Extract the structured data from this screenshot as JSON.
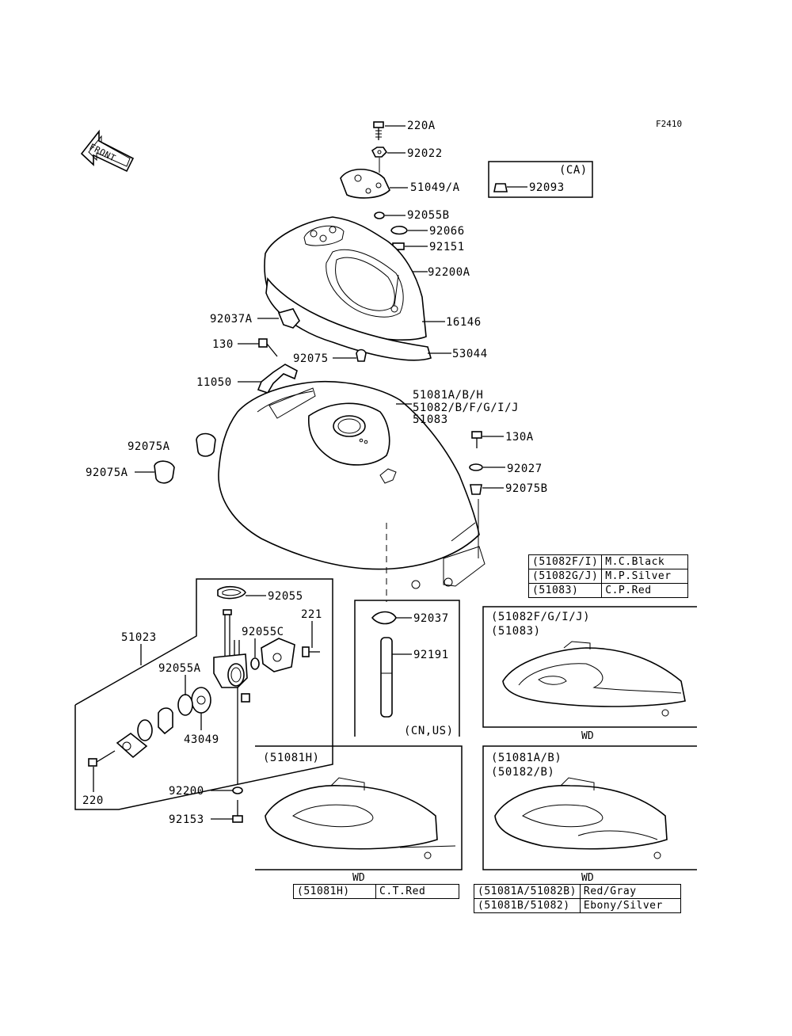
{
  "figure_ref": "F2410",
  "front_arrow_label": "FRONT",
  "ca_label": "(CA)",
  "cn_us_label": "(CN,US)",
  "wd_label": "WD",
  "parts": {
    "p220A": "220A",
    "p92022": "92022",
    "p51049": "51049/A",
    "p92055B": "92055B",
    "p92093": "92093",
    "p92066": "92066",
    "p92151": "92151",
    "p92200A": "92200A",
    "p92037A": "92037A",
    "p16146": "16146",
    "p130": "130",
    "p92075": "92075",
    "p53044": "53044",
    "p11050": "11050",
    "p51081": "51081A/B/H",
    "p51082": "51082/B/F/G/I/J",
    "p51083": "51083",
    "p92075A_1": "92075A",
    "p92075A_2": "92075A",
    "p130A": "130A",
    "p92027": "92027",
    "p92075B": "92075B",
    "p92055": "92055",
    "p221": "221",
    "p51023": "51023",
    "p92055C": "92055C",
    "p92037": "92037",
    "p92055A": "92055A",
    "p92191": "92191",
    "p43049": "43049",
    "p92200": "92200",
    "p220": "220",
    "p92153": "92153"
  },
  "color_table_top": [
    {
      "code": "(51082F/I)",
      "color": "M.C.Black"
    },
    {
      "code": "(51082G/J)",
      "color": "M.P.Silver"
    },
    {
      "code": "(51083)",
      "color": "C.P.Red"
    }
  ],
  "color_table_mid": [
    {
      "code": "(51081H)",
      "color": "C.T.Red"
    }
  ],
  "color_table_bottom": [
    {
      "code": "(51081A/51082B)",
      "color": "Red/Gray"
    },
    {
      "code": "(51081B/51082)",
      "color": "Ebony/Silver"
    }
  ],
  "insets": {
    "top_right_title": "(51082F/G/I/J)\n(51083)",
    "bottom_left_title": "(51081H)",
    "bottom_right_title": "(51081A/B)\n(50182/B)"
  }
}
